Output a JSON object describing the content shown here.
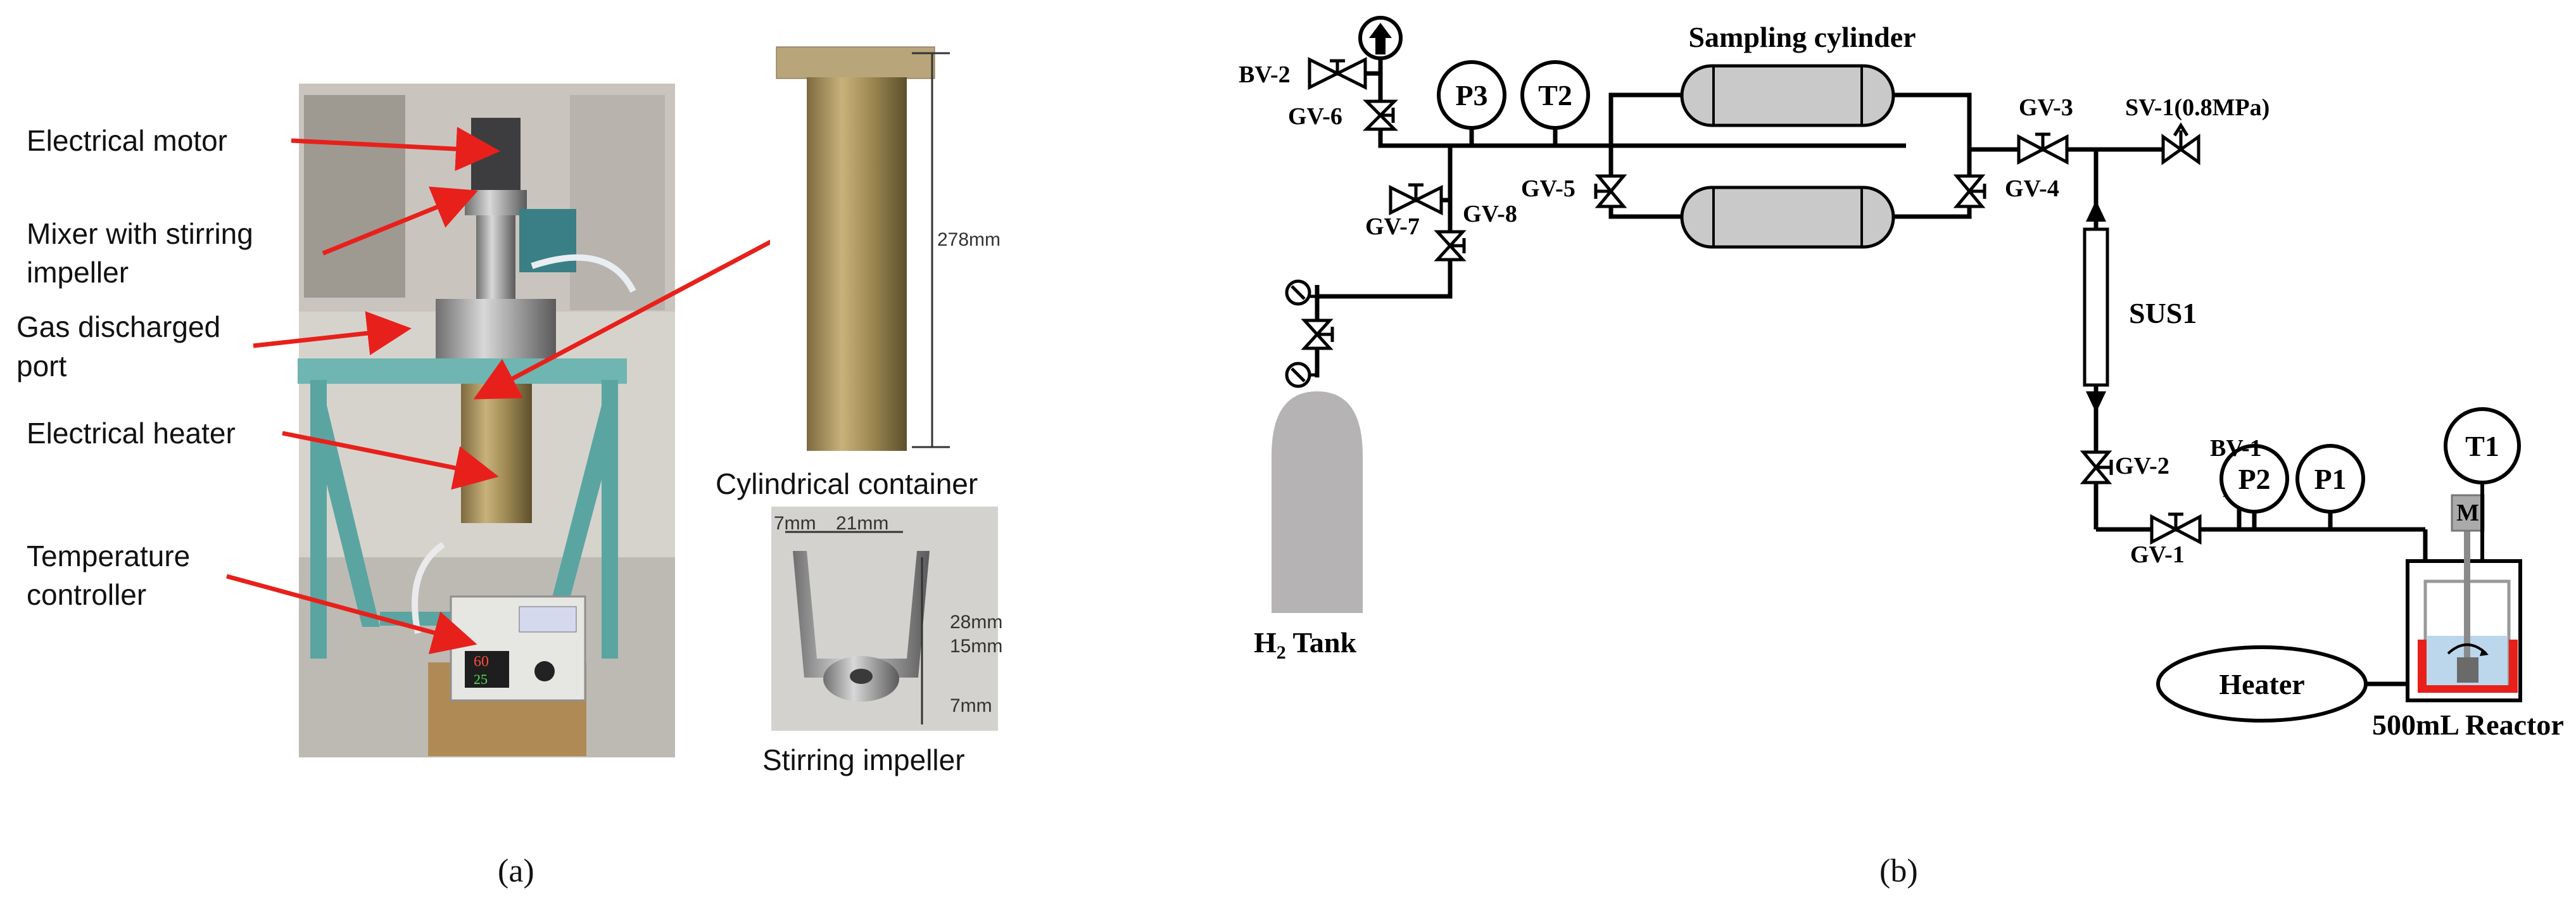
{
  "panel_a": {
    "labels": {
      "motor": "Electrical motor",
      "mixer_line1": "Mixer with stirring",
      "mixer_line2": "impeller",
      "gas_line1": "Gas discharged",
      "gas_line2": "port",
      "heater": "Electrical heater",
      "temp_line1": "Temperature",
      "temp_line2": "controller"
    },
    "container_caption": "Cylindrical container",
    "container_dim": "278mm",
    "impeller_caption": "Stirring impeller",
    "impeller_dims": {
      "w1": "7mm",
      "w2": "21mm",
      "h1": "28mm",
      "h2": "15mm",
      "h3": "7mm"
    },
    "controller_display": {
      "top": "60",
      "bottom": "25"
    },
    "panel_label": "(a)",
    "arrow_color": "#e8201b"
  },
  "panel_b": {
    "sampling_title": "Sampling cylinder",
    "sensors": {
      "p3": "P3",
      "t2": "T2",
      "p2": "P2",
      "p1": "P1",
      "t1": "T1"
    },
    "valves": {
      "bv2": "BV-2",
      "gv6": "GV-6",
      "gv7": "GV-7",
      "gv8": "GV-8",
      "gv5": "GV-5",
      "gv4": "GV-4",
      "gv3": "GV-3",
      "sv1": "SV-1(0.8MPa)",
      "gv2": "GV-2",
      "bv1": "BV-1",
      "gv1": "GV-1"
    },
    "sus": "SUS1",
    "tank_label_main": "H",
    "tank_label_sub": "2",
    "tank_label_rest": " Tank",
    "heater": "Heater",
    "motor": "M",
    "reactor": "500mL Reactor",
    "panel_label": "(b)",
    "cylinder_color": "#c9c9c9",
    "tank_color": "#b5b3b3",
    "heat_color": "#e8201b",
    "liquid_color": "#bcd6ec"
  }
}
